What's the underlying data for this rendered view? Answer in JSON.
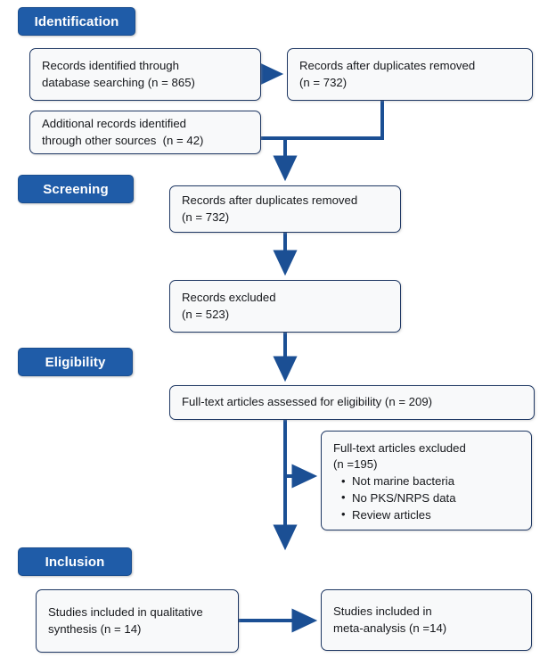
{
  "diagram": {
    "type": "prisma-flow-diagram",
    "accent_color": "#1f5ca8",
    "connector_color": "#1b4f94",
    "box_border_color": "#1f3864",
    "box_fill_color": "#f8f9fa"
  },
  "stages": {
    "identification": "Identification",
    "screening": "Screening",
    "eligibility": "Eligibility",
    "inclusion": "Inclusion"
  },
  "nodes": {
    "records_identified": {
      "line1": "Records identified through",
      "line2": "database searching (n = 865)"
    },
    "records_after_duplicates_top": {
      "line1": "Records after duplicates removed",
      "line2": "(n = 732)"
    },
    "additional_records": {
      "line1": "Additional records identified",
      "line2": "through other sources  (n = 42)"
    },
    "records_after_duplicates_screening": {
      "line1": "Records after duplicates removed",
      "line2": "(n = 732)"
    },
    "records_excluded": {
      "line1": "Records excluded",
      "line2": "(n = 523)"
    },
    "fulltext_assessed": {
      "line1": "Full-text articles assessed for eligibility (n = 209)"
    },
    "fulltext_excluded": {
      "line1": "Full-text articles excluded",
      "line2": "(n =195)",
      "reasons": [
        "Not marine bacteria",
        "No PKS/NRPS data",
        "Review articles"
      ]
    },
    "qualitative_synthesis": {
      "line1": "Studies included in qualitative",
      "line2": "synthesis (n = 14)"
    },
    "meta_analysis": {
      "line1": "Studies included in",
      "line2": "meta-analysis (n =14)"
    }
  }
}
